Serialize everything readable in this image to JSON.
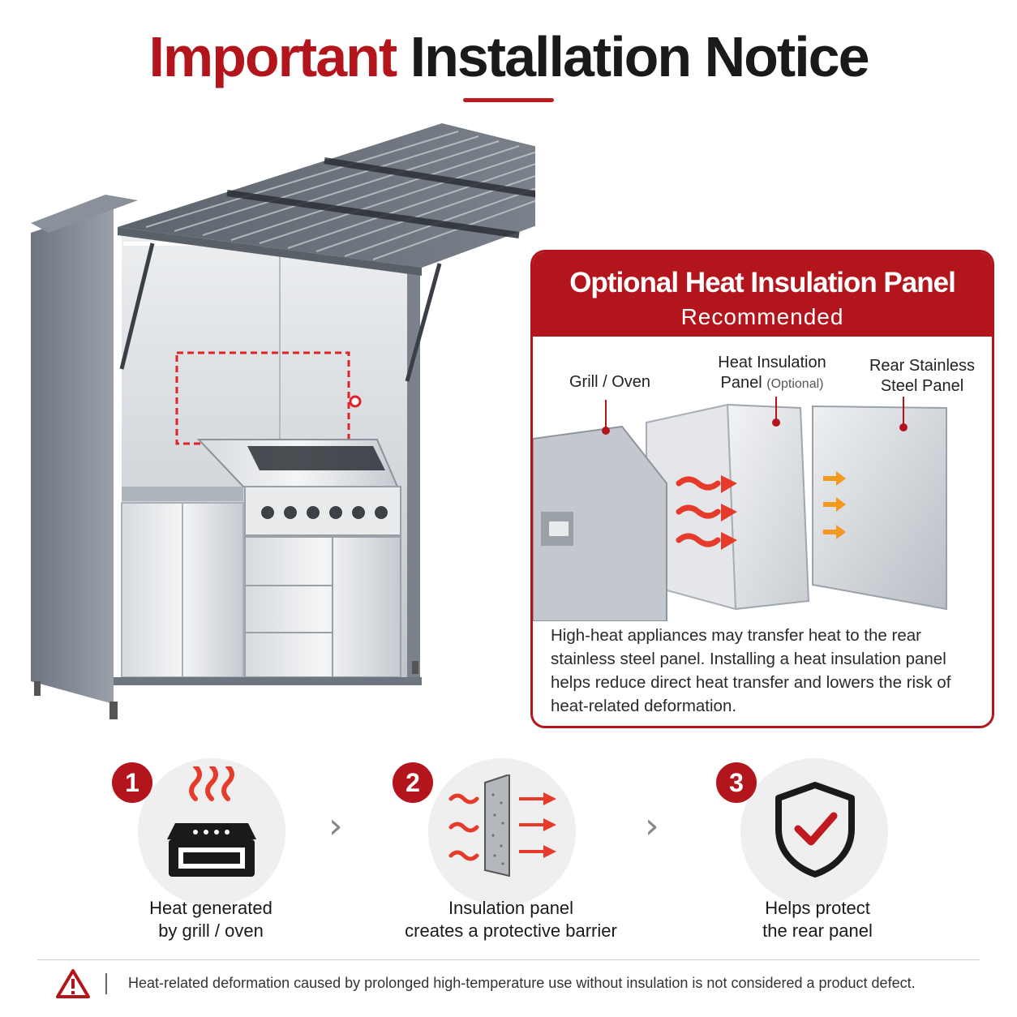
{
  "header": {
    "title_red": "Important",
    "title_dark": "Installation Notice"
  },
  "callout": {
    "title": "Optional Heat Insulation Panel",
    "subtitle": "Recommended",
    "labels": {
      "grill": "Grill / Oven",
      "insulation_line1": "Heat Insulation",
      "insulation_line2": "Panel",
      "insulation_optional": "(Optional)",
      "rear_line1": "Rear Stainless",
      "rear_line2": "Steel Panel"
    },
    "body": "High-heat appliances may transfer heat to the rear stainless steel panel. Installing a heat insulation panel helps reduce direct heat transfer and lowers the risk of heat-related deformation."
  },
  "steps": [
    {
      "number": "1",
      "line1": "Heat generated",
      "line2": "by grill / oven",
      "icon": "grill-heat-icon"
    },
    {
      "number": "2",
      "line1": "Insulation panel",
      "line2": "creates a protective barrier",
      "icon": "insulation-barrier-icon"
    },
    {
      "number": "3",
      "line1": "Helps protect",
      "line2": "the rear panel",
      "icon": "shield-check-icon"
    }
  ],
  "footer": {
    "icon": "warning-triangle-icon",
    "note": "Heat-related deformation caused by prolonged high-temperature use without insulation is not considered a product defect."
  },
  "colors": {
    "accent_red": "#b3151c",
    "heat_red": "#e63a2a",
    "heat_orange": "#f39a1e",
    "steel": "#9aa1aa"
  }
}
